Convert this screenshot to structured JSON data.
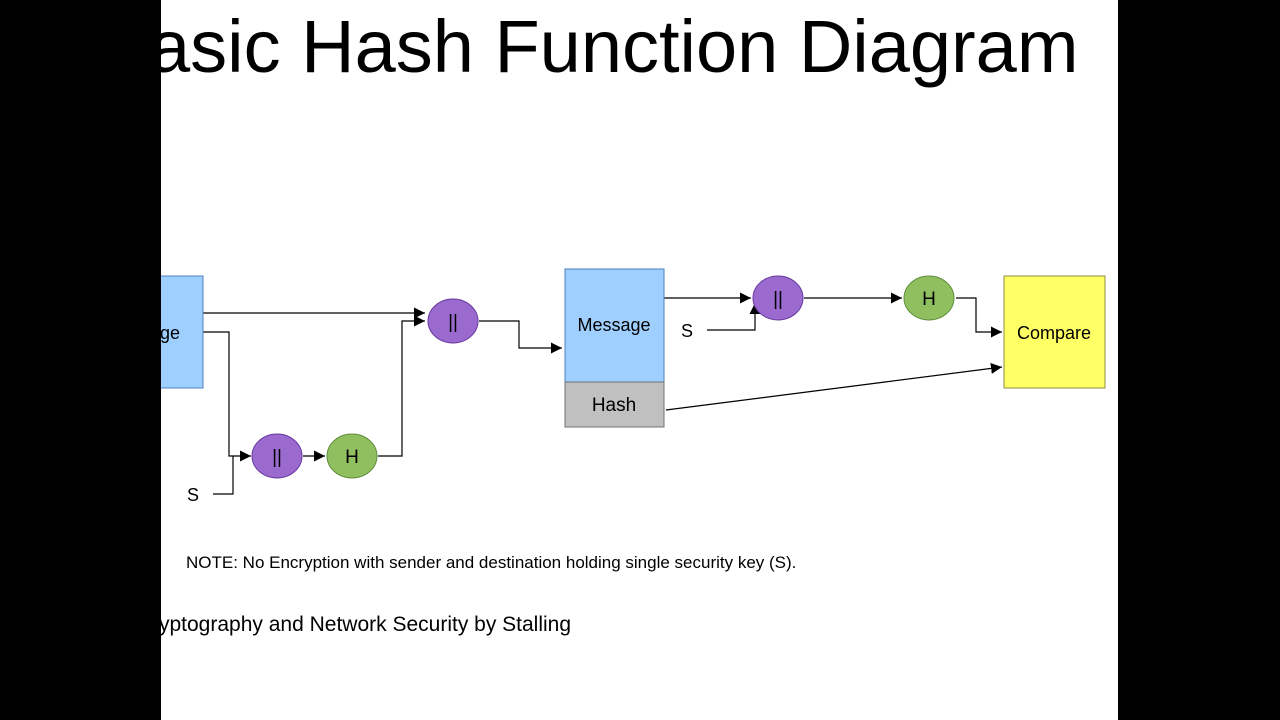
{
  "slide": {
    "title": "asic Hash Function Diagram",
    "note": "NOTE: No Encryption with sender and destination holding single security key (S).",
    "citation": "ryptography and Network Security by Stalling"
  },
  "sender": {
    "message_label": "age",
    "concat_label": "||",
    "hash_label": "H",
    "key_label": "S"
  },
  "transmitted": {
    "concat_label": "||",
    "message_label": "Message",
    "hash_label": "Hash"
  },
  "receiver": {
    "key_label": "S",
    "concat_label": "||",
    "hash_label": "H",
    "compare_label": "Compare"
  },
  "colors": {
    "message_blue": "#9fcfff",
    "hash_gray": "#c0c0c0",
    "concat_purple": "#9a6acf",
    "hash_green": "#8fbf5f",
    "compare_yellow": "#ffff66"
  }
}
